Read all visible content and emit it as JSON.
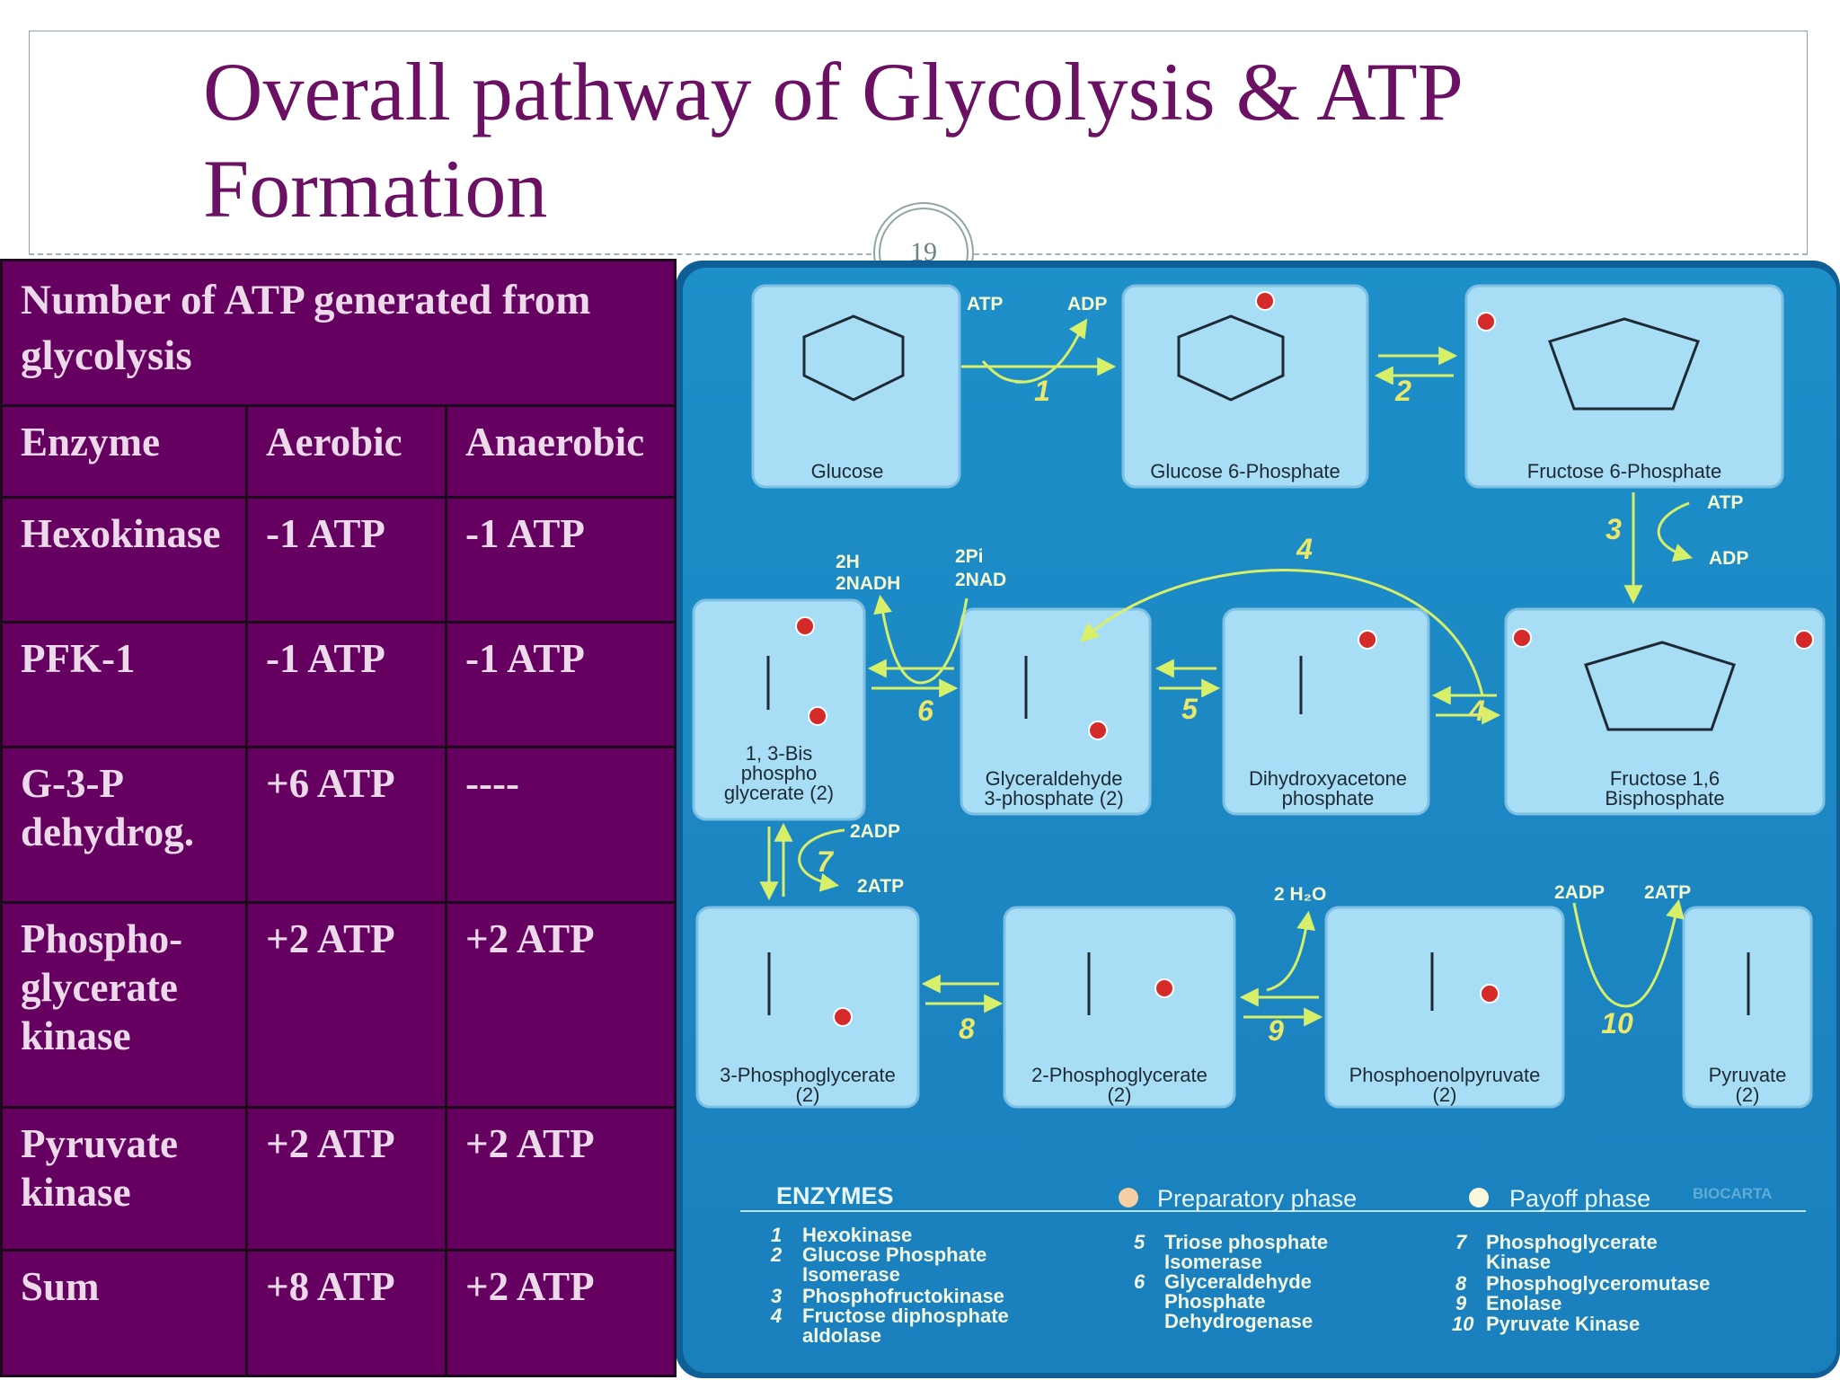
{
  "slide": {
    "title": "Overall pathway of Glycolysis & ATP Formation",
    "slide_number": "19"
  },
  "atp_table": {
    "heading": "Number of ATP generated from glycolysis",
    "columns": [
      "Enzyme",
      "Aerobic",
      "Anaerobic"
    ],
    "rows": [
      {
        "enzyme": "Hexokinase",
        "aerobic": "-1 ATP",
        "anaerobic": "-1 ATP"
      },
      {
        "enzyme": "PFK-1",
        "aerobic": "-1 ATP",
        "anaerobic": "-1 ATP"
      },
      {
        "enzyme": "G-3-P dehydrog.",
        "aerobic": "+6 ATP",
        "anaerobic": "----"
      },
      {
        "enzyme": "Phospho-glycerate kinase",
        "aerobic": "+2 ATP",
        "anaerobic": "+2 ATP"
      },
      {
        "enzyme": "Pyruvate kinase",
        "aerobic": "+2 ATP",
        "anaerobic": "+2 ATP"
      },
      {
        "enzyme": "Sum",
        "aerobic": "+8 ATP",
        "anaerobic": "+2 ATP"
      }
    ]
  },
  "pathway": {
    "compounds": {
      "glucose": "Glucose",
      "g6p": "Glucose 6-Phosphate",
      "f6p": "Fructose 6-Phosphate",
      "f16bp_1": "Fructose 1,6",
      "f16bp_2": "Bisphosphate",
      "dhap_1": "Dihydroxyacetone",
      "dhap_2": "phosphate",
      "g3p_1": "Glyceraldehyde",
      "g3p_2": "3-phosphate (2)",
      "bpg_1": "1, 3-Bis",
      "bpg_2": "phospho",
      "bpg_3": "glycerate (2)",
      "pg3": "3-Phosphoglycerate",
      "pg2": "2-Phosphoglycerate",
      "pep": "Phosphoenolpyruvate",
      "pyruvate": "Pyruvate",
      "count2": "(2)"
    },
    "steps": [
      "1",
      "2",
      "3",
      "4",
      "4",
      "5",
      "6",
      "7",
      "8",
      "9",
      "10"
    ],
    "cofactors": {
      "atp": "ATP",
      "adp": "ADP",
      "h": "2H",
      "nadh": "2NADH",
      "pi": "2Pi",
      "nad": "2NAD",
      "adp2": "2ADP",
      "atp2": "2ATP",
      "water": "2 H₂O"
    },
    "legend": {
      "title": "ENZYMES",
      "preparatory": "Preparatory phase",
      "payoff": "Payoff phase",
      "watermark": "BIOCARTA",
      "enzymes": [
        {
          "n": "1",
          "l1": "Hexokinase",
          "l2": ""
        },
        {
          "n": "2",
          "l1": "Glucose Phosphate",
          "l2": "Isomerase"
        },
        {
          "n": "3",
          "l1": "Phosphofructokinase",
          "l2": ""
        },
        {
          "n": "4",
          "l1": "Fructose diphosphate",
          "l2": "aldolase"
        },
        {
          "n": "5",
          "l1": "Triose phosphate",
          "l2": "Isomerase"
        },
        {
          "n": "6",
          "l1": "Glyceraldehyde",
          "l2": "Phosphate",
          "l3": "Dehydrogenase"
        },
        {
          "n": "7",
          "l1": "Phosphoglycerate",
          "l2": "Kinase"
        },
        {
          "n": "8",
          "l1": "Phosphoglyceromutase",
          "l2": ""
        },
        {
          "n": "9",
          "l1": "Enolase",
          "l2": ""
        },
        {
          "n": "10",
          "l1": "Pyruvate Kinase",
          "l2": ""
        }
      ]
    }
  }
}
